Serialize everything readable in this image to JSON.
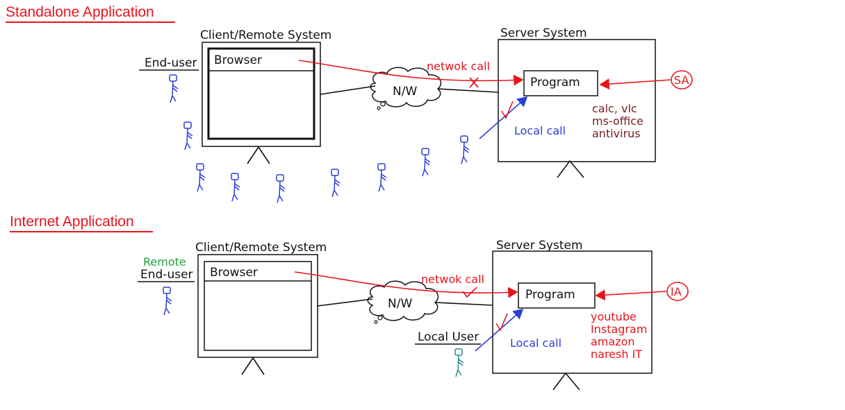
{
  "colors": {
    "red": "#e8141c",
    "blue": "#2b3fd6",
    "black": "#111111",
    "green": "#1fa13a",
    "teal": "#2a8c8c",
    "maroon": "#7a1a20"
  },
  "standalone": {
    "heading": "Standalone Application",
    "client_label": "Client/Remote System",
    "browser_label": "Browser",
    "end_user_label": "End-user",
    "network_label": "N/W",
    "network_call_label": "netwok call",
    "server_label": "Server System",
    "program_label": "Program",
    "local_call_label": "Local call",
    "badge": "SA",
    "apps": [
      "calc, vlc",
      "ms-office",
      "antivirus"
    ]
  },
  "internet": {
    "heading": "Internet Application",
    "client_label": "Client/Remote System",
    "browser_label": "Browser",
    "remote_label": "Remote",
    "end_user_label": "End-user",
    "network_label": "N/W",
    "network_call_label": "netwok call",
    "server_label": "Server System",
    "program_label": "Program",
    "local_user_label": "Local User",
    "local_call_label": "Local call",
    "badge": "IA",
    "apps": [
      "youtube",
      "Instagram",
      "amazon",
      "naresh IT"
    ]
  }
}
